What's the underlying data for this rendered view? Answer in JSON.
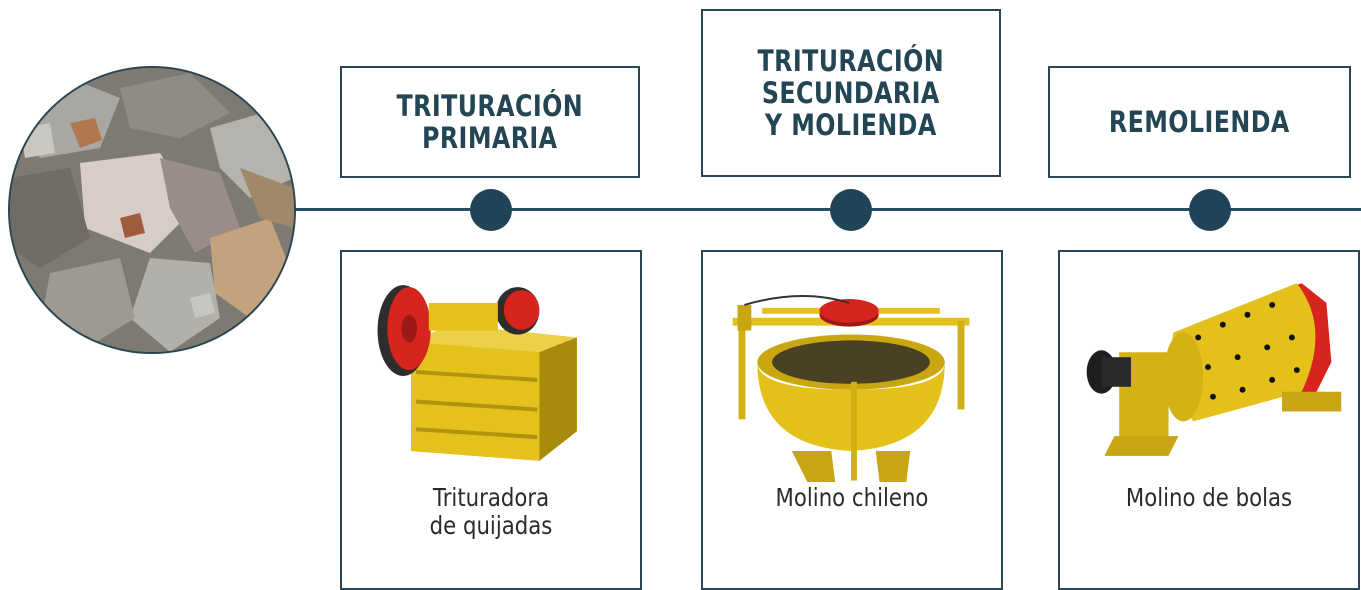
{
  "stages": [
    {
      "title": "TRITURACIÓN\nPRIMARIA"
    },
    {
      "title": "TRITURACIÓN\nSECUNDARIA\nY MOLIENDA"
    },
    {
      "title": "REMOLIENDA"
    }
  ],
  "equipment": [
    {
      "label": "Trituradora\nde quijadas",
      "icon": "jaw-crusher-illustration"
    },
    {
      "label": "Molino chileno",
      "icon": "chilean-mill-illustration"
    },
    {
      "label": "Molino de bolas",
      "icon": "ball-mill-illustration"
    }
  ],
  "colors": {
    "line": "#274e5f",
    "node": "#1f4458",
    "title": "#244654",
    "machine_yellow": "#e3c11a",
    "machine_red": "#d8241f"
  }
}
